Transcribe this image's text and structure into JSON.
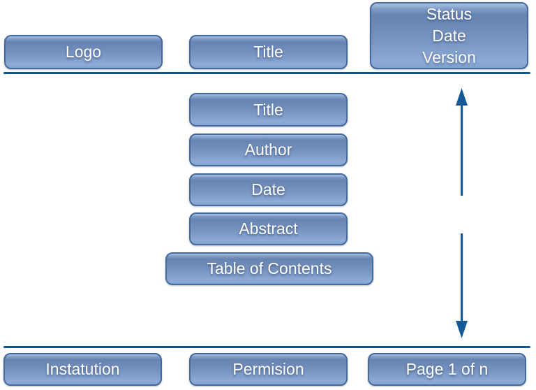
{
  "diagram": {
    "header": {
      "logo_label": "Logo",
      "title_label": "Title",
      "status_lines": [
        "Status",
        "Date",
        "Version"
      ]
    },
    "body": {
      "items": [
        "Title",
        "Author",
        "Date",
        "Abstract",
        "Table of Contents"
      ]
    },
    "footer": {
      "institution_label": "Instatution",
      "permission_label": "Permision",
      "page_label": "Page 1 of n"
    }
  },
  "colors": {
    "background": "#ffffff",
    "accent_line": "#11568f",
    "arrow": "#155a97",
    "box_border": "#44699d",
    "box_top_highlight": "#a9c3e3",
    "box_fill_top": "#6683b1",
    "box_fill_bottom": "#8dabd6",
    "box_text": "#ffffff"
  }
}
